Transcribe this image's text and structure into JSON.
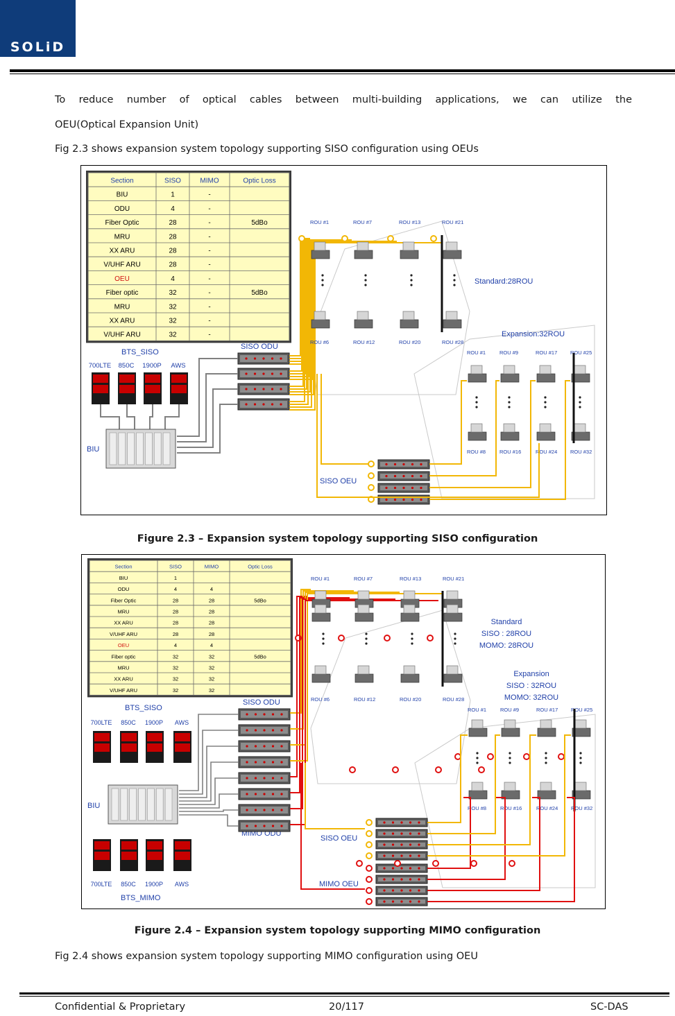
{
  "header": {
    "logo_text": "SOLiD"
  },
  "body": {
    "para1_line1": "To reduce number of optical cables between multi-building applications, we can utilize the",
    "para1_line2": "OEU(Optical Expansion Unit)",
    "para2": "Fig 2.3 shows expansion system topology supporting SISO configuration using OEUs",
    "caption1": "Figure 2.3 – Expansion system topology supporting SISO configuration",
    "caption2": "Figure 2.4 – Expansion system topology supporting MIMO configuration",
    "para3": "Fig 2.4 shows expansion system topology supporting MIMO configuration using OEU"
  },
  "figure1": {
    "table_header": [
      "Section",
      "SISO",
      "MIMO",
      "Optic Loss"
    ],
    "table_rows": [
      [
        "BIU",
        "1",
        "-",
        ""
      ],
      [
        "ODU",
        "4",
        "-",
        ""
      ],
      [
        "Fiber Optic",
        "28",
        "-",
        "5dBo"
      ],
      [
        "MRU",
        "28",
        "-",
        ""
      ],
      [
        "XX ARU",
        "28",
        "-",
        ""
      ],
      [
        "V/UHF ARU",
        "28",
        "-",
        ""
      ],
      [
        "OEU",
        "4",
        "-",
        ""
      ],
      [
        "Fiber optic",
        "32",
        "-",
        "5dBo"
      ],
      [
        "MRU",
        "32",
        "-",
        ""
      ],
      [
        "XX ARU",
        "32",
        "-",
        ""
      ],
      [
        "V/UHF ARU",
        "32",
        "-",
        ""
      ]
    ],
    "bts_label": "BTS_SISO",
    "bts_bands": [
      "700LTE",
      "850C",
      "1900P",
      "AWS"
    ],
    "biu_label": "BIU",
    "odu_label": "SISO ODU",
    "oeu_label": "SISO OEU",
    "standard_label": "Standard:28ROU",
    "expansion_label": "Expansion:32ROU",
    "rou_top_labels": [
      "ROU #1",
      "ROU #7",
      "ROU #13",
      "ROU #21"
    ],
    "rou_mid_labels": [
      "ROU #6",
      "ROU #12",
      "ROU #20",
      "ROU #28"
    ],
    "rou_exp_top_labels": [
      "ROU #1",
      "ROU #9",
      "ROU #17",
      "ROU #25"
    ],
    "rou_exp_bottom_labels": [
      "ROU #8",
      "ROU #16",
      "ROU #24",
      "ROU #32"
    ]
  },
  "figure2": {
    "table_header": [
      "Section",
      "SISO",
      "MIMO",
      "Optic Loss"
    ],
    "table_rows": [
      [
        "BIU",
        "1",
        "",
        ""
      ],
      [
        "ODU",
        "4",
        "4",
        ""
      ],
      [
        "Fiber Optic",
        "28",
        "28",
        "5dBo"
      ],
      [
        "MRU",
        "28",
        "28",
        ""
      ],
      [
        "XX ARU",
        "28",
        "28",
        ""
      ],
      [
        "V/UHF ARU",
        "28",
        "28",
        ""
      ],
      [
        "OEU",
        "4",
        "4",
        ""
      ],
      [
        "Fiber optic",
        "32",
        "32",
        "5dBo"
      ],
      [
        "MRU",
        "32",
        "32",
        ""
      ],
      [
        "XX ARU",
        "32",
        "32",
        ""
      ],
      [
        "V/UHF ARU",
        "32",
        "32",
        ""
      ]
    ],
    "bts_top_label": "BTS_SISO",
    "bts_bottom_label": "BTS_MIMO",
    "bts_bands": [
      "700LTE",
      "850C",
      "1900P",
      "AWS"
    ],
    "biu_label": "BIU",
    "siso_odu_label": "SISO ODU",
    "mimo_odu_label": "MIMO ODU",
    "siso_oeu_label": "SISO OEU",
    "mimo_oeu_label": "MIMO OEU",
    "standard_lines": [
      "Standard",
      "SISO : 28ROU",
      "MOMO:   28ROU"
    ],
    "expansion_lines": [
      "Expansion",
      "SISO : 32ROU",
      "MOMO:   32ROU"
    ],
    "rou_top_labels": [
      "ROU #1",
      "ROU #7",
      "ROU #13",
      "ROU #21"
    ],
    "rou_mid_labels": [
      "ROU #6",
      "ROU #12",
      "ROU #20",
      "ROU #28"
    ],
    "rou_exp_top_labels": [
      "ROU #1",
      "ROU #9",
      "ROU #17",
      "ROU #25"
    ],
    "rou_exp_bottom_labels": [
      "ROU #8",
      "ROU #16",
      "ROU #24",
      "ROU #32"
    ]
  },
  "footer": {
    "left": "Confidential & Proprietary",
    "center": "20/117",
    "right": "SC-DAS"
  },
  "colors": {
    "logo_bg": "#0f3c7a",
    "table_bg": "#fffcc0",
    "table_header_text": "#1f3fa8",
    "fiber_yellow": "#f2b705",
    "fiber_red": "#e01010",
    "label_blue": "#1f3fa8",
    "oeu_red": "#d01010"
  }
}
